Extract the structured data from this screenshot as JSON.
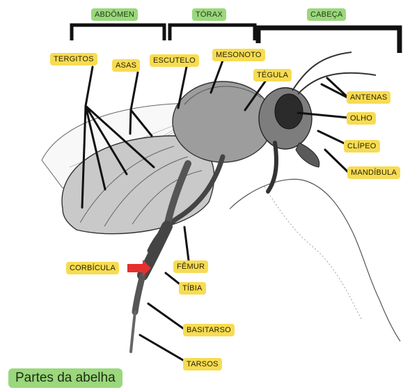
{
  "caption": "Partes da abelha",
  "colors": {
    "label_yellow": "#f7dc52",
    "label_green": "#9bd77c",
    "leader_line": "#111111",
    "corbicula_arrow": "#e53030"
  },
  "sections": {
    "abdomen": "ABDÔMEN",
    "torax": "TÓRAX",
    "cabeca": "CABEÇA"
  },
  "labels": {
    "tergitos": "TERGITOS",
    "asas": "ASAS",
    "escutelo": "ESCUTELO",
    "mesonoto": "MESONOTO",
    "tegula": "TÉGULA",
    "antenas": "ANTENAS",
    "olho": "OLHO",
    "clipeo": "CLÍPEO",
    "mandibula": "MANDÍBULA",
    "corbicula": "CORBÍCULA",
    "femur": "FÊMUR",
    "tibia": "TÍBIA",
    "basitarso": "BASITARSO",
    "tarsos": "TARSOS"
  }
}
